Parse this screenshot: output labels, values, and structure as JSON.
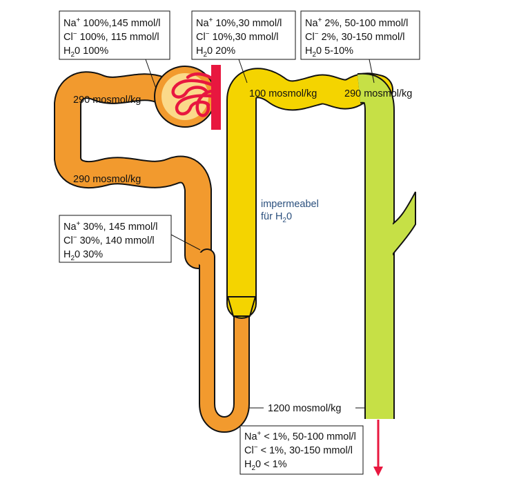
{
  "colors": {
    "proximal": "#f29a2e",
    "proximal_dark": "#e57e12",
    "distal_yellow": "#f4d400",
    "collecting_green": "#c6e046",
    "glomerulus_red": "#e8173f",
    "capsule_fill": "#fbd98a",
    "text": "#111111",
    "note_blue": "#2a4f7d"
  },
  "boxes": {
    "glomerulus": {
      "na": {
        "ion": "Na",
        "sign": "+",
        "text": " 100%,145 mmol/l"
      },
      "cl": {
        "ion": "Cl",
        "sign": "−",
        "text": "  100%, 115 mmol/l"
      },
      "h2o": {
        "pre": "H",
        "sub": "2",
        "post": "0  100%"
      }
    },
    "distal_start": {
      "na": {
        "ion": "Na",
        "sign": "+",
        "text": " 10%,30 mmol/l"
      },
      "cl": {
        "ion": "Cl",
        "sign": "−",
        "text": "  10%,30 mmol/l"
      },
      "h2o": {
        "pre": "H",
        "sub": "2",
        "post": "0  20%"
      }
    },
    "collecting_start": {
      "na": {
        "ion": "Na",
        "sign": "+",
        "text": " 2%, 50-100 mmol/l"
      },
      "cl": {
        "ion": "Cl",
        "sign": "−",
        "text": "  2%, 30-150 mmol/l"
      },
      "h2o": {
        "pre": "H",
        "sub": "2",
        "post": "0  5-10%"
      }
    },
    "proximal_end": {
      "na": {
        "ion": "Na",
        "sign": "+",
        "text": " 30%, 145 mmol/l"
      },
      "cl": {
        "ion": "Cl",
        "sign": "−",
        "text": "  30%, 140 mmol/l"
      },
      "h2o": {
        "pre": "H",
        "sub": "2",
        "post": "0  30%"
      }
    },
    "urine": {
      "na": {
        "ion": "Na",
        "sign": "+",
        "text": " < 1%, 50-100 mmol/l"
      },
      "cl": {
        "ion": "Cl",
        "sign": "−",
        "text": "  < 1%, 30-150 mmol/l"
      },
      "h2o": {
        "pre": "H",
        "sub": "2",
        "post": "0  < 1%"
      }
    }
  },
  "labels": {
    "osm_proximal_top": "290 mosmol/kg",
    "osm_proximal_mid": "290 mosmol/kg",
    "osm_distal": "100 mosmol/kg",
    "osm_collecting": "290 mosmol/kg",
    "osm_loop_bottom": "1200 mosmol/kg"
  },
  "note": {
    "line1": "impermeabel",
    "line2_pre": "für H",
    "line2_sub": "2",
    "line2_post": "0"
  }
}
